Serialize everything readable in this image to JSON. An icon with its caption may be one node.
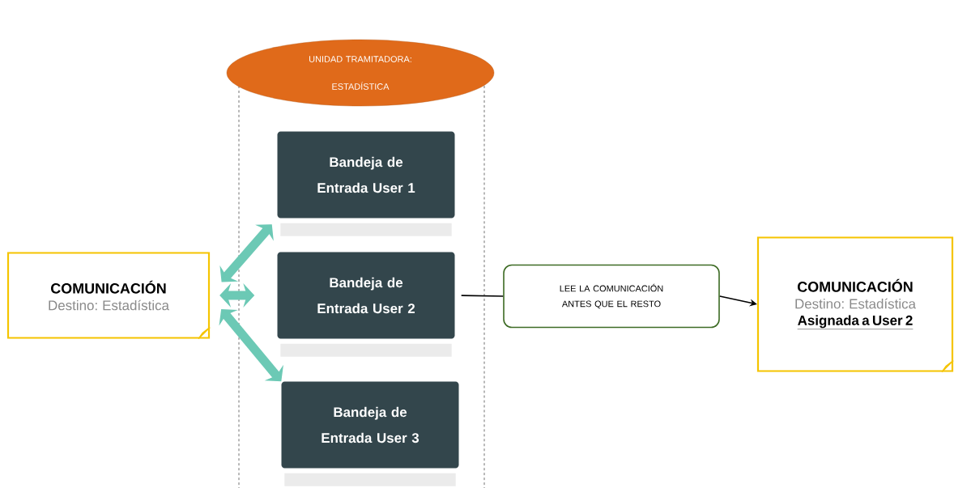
{
  "diagram": {
    "nodes": [
      {
        "text": [
          "UNIDAD TRAMITADORA: ESTADÍSTICA"
        ]
      },
      {
        "text": [
          "Bandeja de Entrada User 1"
        ]
      },
      {
        "text": [
          "Bandeja de Entrada User 2"
        ]
      },
      {
        "text": [
          "Bandeja de Entrada User 3"
        ]
      },
      {
        "text": [
          "COMUNICACIÓN",
          "Destino: Estadística"
        ]
      },
      {
        "text": [
          "LEE LA COMUNICACIÓN ANTES QUE EL RESTO"
        ]
      },
      {
        "text": [
          "COMUNICACIÓN",
          "Destino: Estadística",
          "Asignada a User 2"
        ]
      }
    ],
    "edges": [
      {
        "from": 4,
        "to": 1,
        "arrow": "both"
      },
      {
        "from": 4,
        "to": 2,
        "arrow": "both"
      },
      {
        "from": 4,
        "to": 3,
        "arrow": "both"
      },
      {
        "from": 2,
        "to": 5,
        "arrow": "none",
        "color": "#000000"
      },
      {
        "from": 5,
        "to": 6,
        "arrow": "to",
        "color": "#000000"
      }
    ]
  }
}
